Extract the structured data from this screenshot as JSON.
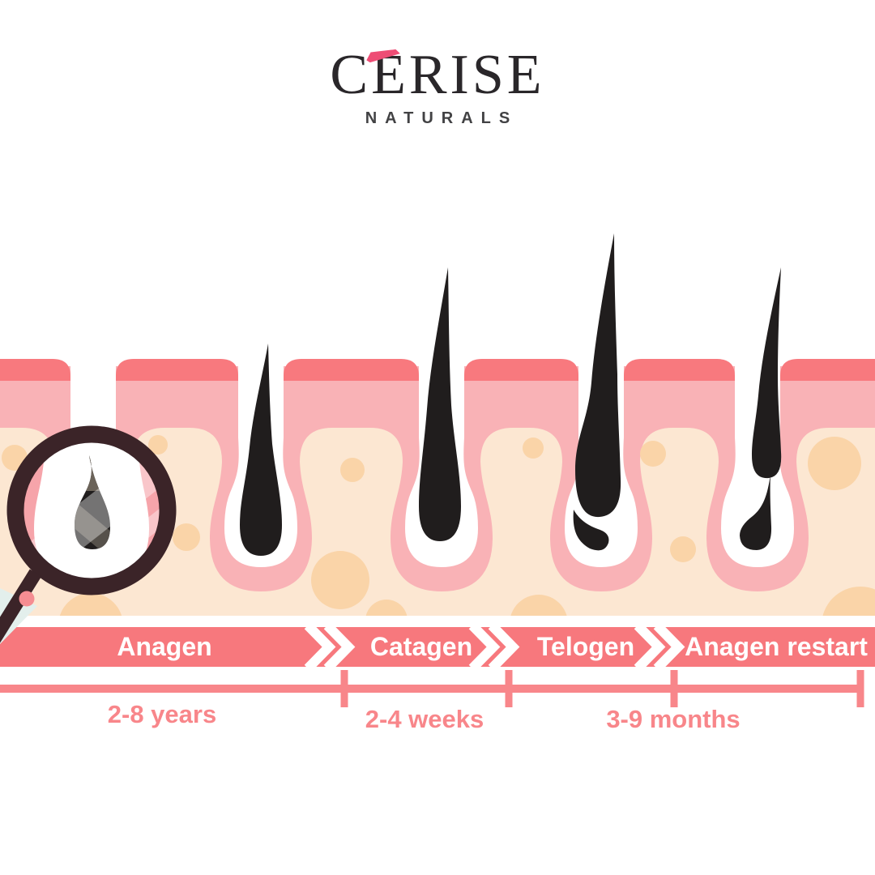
{
  "logo": {
    "brand": "CERISE",
    "brand_display": "CÉRISE",
    "accent": "acute-accent-stroke",
    "accent_color": "#ee4d75",
    "tagline": "NATURALS"
  },
  "banner": {
    "color": "#f7787d",
    "phases": [
      {
        "label": "Anagen"
      },
      {
        "label": "Catagen"
      },
      {
        "label": "Telogen"
      },
      {
        "label": "Anagen restart"
      }
    ]
  },
  "timeline": {
    "color": "#f8868a",
    "durations": [
      {
        "label": "2-8 years"
      },
      {
        "label": "2-4 weeks"
      },
      {
        "label": "3-9 months"
      }
    ]
  },
  "illustration": {
    "subject": "hair-growth-cycle-skin-cross-section",
    "follicle_count": 5,
    "colors": {
      "skin_surface_strip": "#f8797e",
      "epidermis": "#f9b2b6",
      "follicle_sheath": "#f6a4aa",
      "dermis": "#fce7d2",
      "dermis_bubbles": "#fad4a8",
      "hair": "#201d1d",
      "hair_sheen": "#56514b",
      "magnifier_ring": "#3b2428",
      "magnifier_grip_dot": "#f58d92",
      "magnifier_sparkle": "#e3efec"
    }
  }
}
